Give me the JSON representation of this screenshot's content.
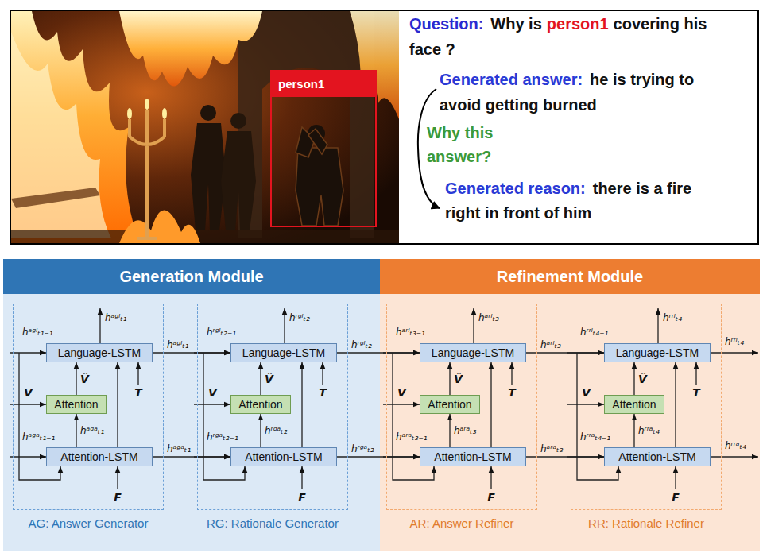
{
  "diagram": {
    "nodes": [
      {
        "text": [
          "Question:",
          "Why is",
          "person1",
          "covering his face ?",
          "Generated answer:",
          "he is trying to avoid getting burned",
          "Why this answer?",
          "Generated reason:",
          "there is a fire right in front of him"
        ]
      },
      {
        "text": [
          "person1"
        ],
        "in": 0
      },
      {
        "text": [
          "Generation Module"
        ]
      },
      {
        "text": [
          "AG: Answer Generator"
        ],
        "in": 2
      },
      {
        "text": [
          "Language-LSTM"
        ],
        "in": 3
      },
      {
        "text": [
          "Attention"
        ],
        "in": 3
      },
      {
        "text": [
          "Attention-LSTM"
        ],
        "in": 3
      },
      {
        "text": [
          "RG: Rationale Generator"
        ],
        "in": 2
      },
      {
        "text": [
          "Language-LSTM"
        ],
        "in": 7
      },
      {
        "text": [
          "Attention"
        ],
        "in": 7
      },
      {
        "text": [
          "Attention-LSTM"
        ],
        "in": 7
      },
      {
        "text": [
          "Refinement Module"
        ]
      },
      {
        "text": [
          "AR: Answer Refiner"
        ],
        "in": 11
      },
      {
        "text": [
          "Language-LSTM"
        ],
        "in": 12
      },
      {
        "text": [
          "Attention"
        ],
        "in": 12
      },
      {
        "text": [
          "Attention-LSTM"
        ],
        "in": 12
      },
      {
        "text": [
          "RR: Rationale Refiner"
        ],
        "in": 11
      },
      {
        "text": [
          "Language-LSTM"
        ],
        "in": 16
      },
      {
        "text": [
          "Attention"
        ],
        "in": 16
      },
      {
        "text": [
          "Attention-LSTM"
        ],
        "in": 16
      }
    ],
    "edges": [
      {
        "from": 6,
        "to": 5,
        "arrow": "to",
        "label": "hᵃᵍᵃₜ₁"
      },
      {
        "from": 5,
        "to": 4,
        "arrow": "to",
        "label": "V̂"
      },
      {
        "from": 6,
        "to": 4,
        "arrow": "to"
      },
      {
        "from": 4,
        "to": 8,
        "arrow": "to",
        "label": "hᵃᵍˡₜ₁"
      },
      {
        "from": 6,
        "to": 10,
        "arrow": "to",
        "label": "hᵃᵍᵃₜ₁"
      },
      {
        "from": 10,
        "to": 9,
        "arrow": "to",
        "label": "hʳᵍᵃₜ₂"
      },
      {
        "from": 9,
        "to": 8,
        "arrow": "to",
        "label": "V̂"
      },
      {
        "from": 10,
        "to": 8,
        "arrow": "to"
      },
      {
        "from": 8,
        "to": 13,
        "arrow": "to",
        "label": "hʳᵍˡₜ₂"
      },
      {
        "from": 10,
        "to": 15,
        "arrow": "to",
        "label": "hʳᵍᵃₜ₂"
      },
      {
        "from": 15,
        "to": 14,
        "arrow": "to",
        "label": "hᵃʳᵃₜ₃"
      },
      {
        "from": 14,
        "to": 13,
        "arrow": "to",
        "label": "V̂"
      },
      {
        "from": 15,
        "to": 13,
        "arrow": "to"
      },
      {
        "from": 13,
        "to": 17,
        "arrow": "to",
        "label": "hᵃʳˡₜ₃"
      },
      {
        "from": 15,
        "to": 19,
        "arrow": "to",
        "label": "hᵃʳᵃₜ₃"
      },
      {
        "from": 19,
        "to": 18,
        "arrow": "to",
        "label": "hʳʳᵃₜ₄"
      },
      {
        "from": 18,
        "to": 17,
        "arrow": "to",
        "label": "V̂"
      },
      {
        "from": 19,
        "to": 17,
        "arrow": "to"
      }
    ],
    "labels": [
      "hᵃᵍˡₜ₁",
      "hᵃᵍˡₜ₁₋₁",
      "T",
      "V",
      "hᵃᵍᵃₜ₁₋₁",
      "F",
      "hʳᵍˡₜ₂",
      "hʳᵍˡₜ₂₋₁",
      "T",
      "V",
      "hʳᵍᵃₜ₂₋₁",
      "F",
      "hᵃʳˡₜ₃",
      "hᵃʳˡₜ₃₋₁",
      "T",
      "V",
      "hᵃʳᵃₜ₃₋₁",
      "F",
      "hʳʳˡₜ₄",
      "hʳʳˡₜ₄₋₁",
      "T",
      "V",
      "hʳʳᵃₜ₄₋₁",
      "F",
      "hʳʳˡₜ₄",
      "hʳʳᵃₜ₄"
    ]
  }
}
